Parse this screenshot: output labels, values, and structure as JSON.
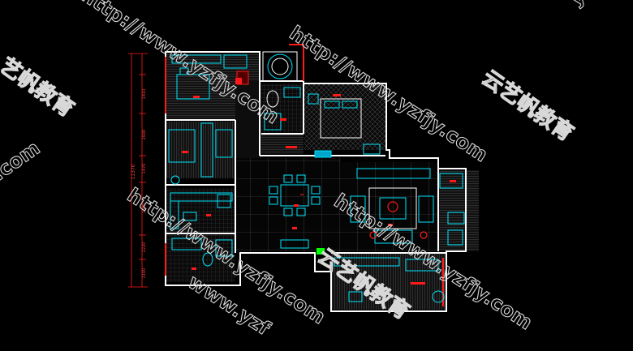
{
  "plan": {
    "background": "#000000",
    "wall_color": "#ffffff",
    "furniture_color": "#00e5ff",
    "accent_color": "#ff1a1a",
    "highlight_color": "#00ff00"
  },
  "dimensions": {
    "total": "11370",
    "segments": [
      "1410",
      "2600",
      "1470",
      "1690",
      "2220",
      "1100"
    ]
  },
  "watermarks": {
    "site": "http://www.yzfjy.com",
    "brand": "云艺帆教育",
    "brand_short": "艺帆教育",
    "fragment_left": "zfjy.com",
    "fragment_top_right": "yzfjy",
    "fragment_bottom": "www.yzf"
  }
}
